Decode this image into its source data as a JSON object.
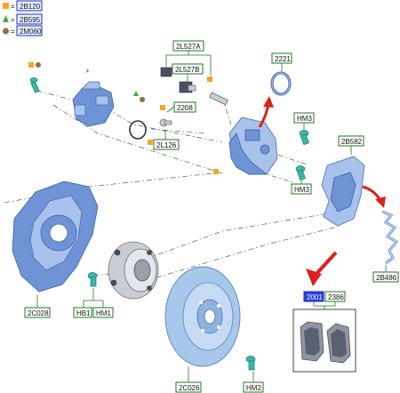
{
  "legend": [
    {
      "marker": "orange-square",
      "color": "#f5a623",
      "code": "2B120"
    },
    {
      "marker": "green-triangle",
      "color": "#3cb043",
      "code": "2B595"
    },
    {
      "marker": "brown-circle",
      "color": "#9c6b3c",
      "code": "2M060"
    }
  ],
  "callouts": {
    "c2L527A": "2L527A",
    "c2L527B": "2L527B",
    "c2221": "2221",
    "c2208": "2208",
    "c2L126": "2L126",
    "cHM3a": "HM3",
    "cHM3b": "HM3",
    "c2B582": "2B582",
    "c2B486": "2B486",
    "c2C028": "2C028",
    "cHB1": "HB1",
    "cHM1": "HM1",
    "c2001": "2001",
    "c2386": "2386",
    "c2C026": "2C026",
    "cHM2": "HM2"
  },
  "colors": {
    "label_border": "#1a2bd6",
    "leader_line": "#1f7a1f",
    "arrow_red": "#e0201b",
    "highlight_fill": "#2a3fe0"
  }
}
